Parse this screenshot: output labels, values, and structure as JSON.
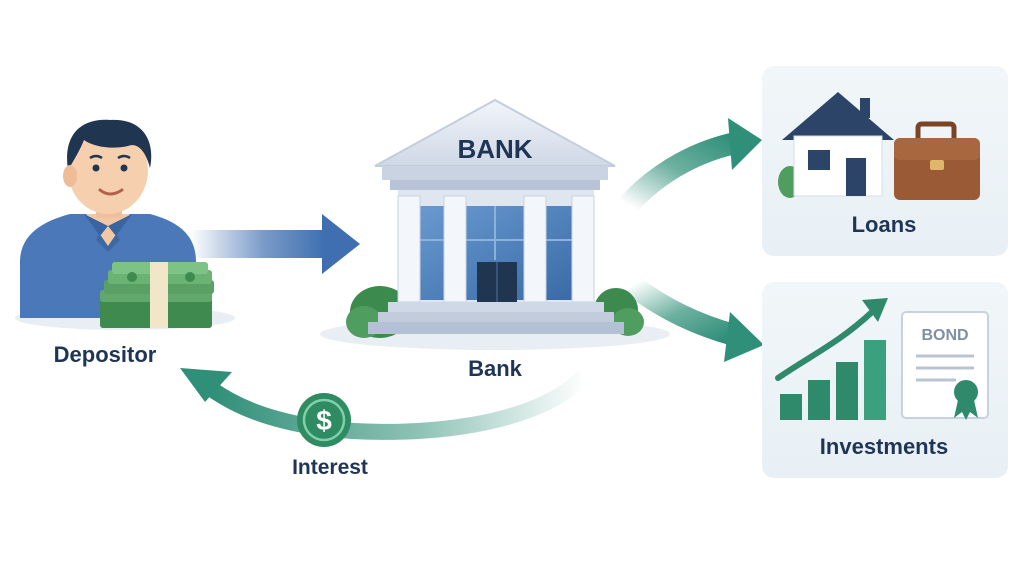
{
  "nodes": {
    "depositor": {
      "label": "Depositor"
    },
    "bank": {
      "label": "Bank",
      "sign": "BANK"
    },
    "interest": {
      "label": "Interest",
      "symbol": "$"
    },
    "loans": {
      "label": "Loans"
    },
    "investments": {
      "label": "Investments",
      "document_title": "BOND"
    }
  },
  "colors": {
    "label_text": "#1f3556",
    "deposit_arrow": "#3f6fb0",
    "flow_arrow": "#2f8f78",
    "panel_bg": "#eef4f8",
    "bank_stone": "#dfe6f0",
    "bank_glass": "#4f86c0",
    "money_green": "#4f9a5c",
    "coin_green": "#2e8b62",
    "house_roof": "#2c4468",
    "briefcase": "#9a5a35",
    "bar_green": "#2f8a6c"
  },
  "icons": [
    "person-icon",
    "cash-stack-icon",
    "bank-building-icon",
    "dollar-coin-icon",
    "house-icon",
    "briefcase-icon",
    "bar-chart-icon",
    "trend-arrow-icon",
    "bond-certificate-icon"
  ]
}
